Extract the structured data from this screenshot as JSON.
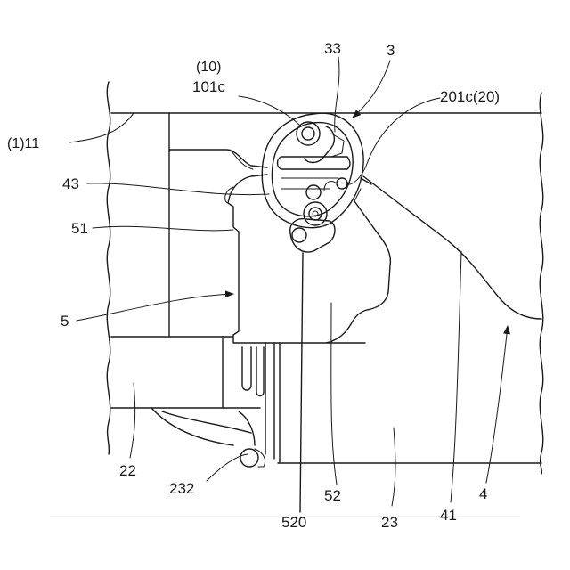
{
  "figure": {
    "stroke_color": "#1a1a1a",
    "background": "#ffffff",
    "labels": {
      "ref_1_11": "(1)11",
      "ref_10": "(10)",
      "ref_101c": "101c",
      "ref_33": "33",
      "ref_3": "3",
      "ref_201c_20": "201c(20)",
      "ref_43": "43",
      "ref_51": "51",
      "ref_5": "5",
      "ref_22": "22",
      "ref_232": "232",
      "ref_520": "520",
      "ref_52": "52",
      "ref_23": "23",
      "ref_41": "41",
      "ref_4": "4"
    }
  }
}
